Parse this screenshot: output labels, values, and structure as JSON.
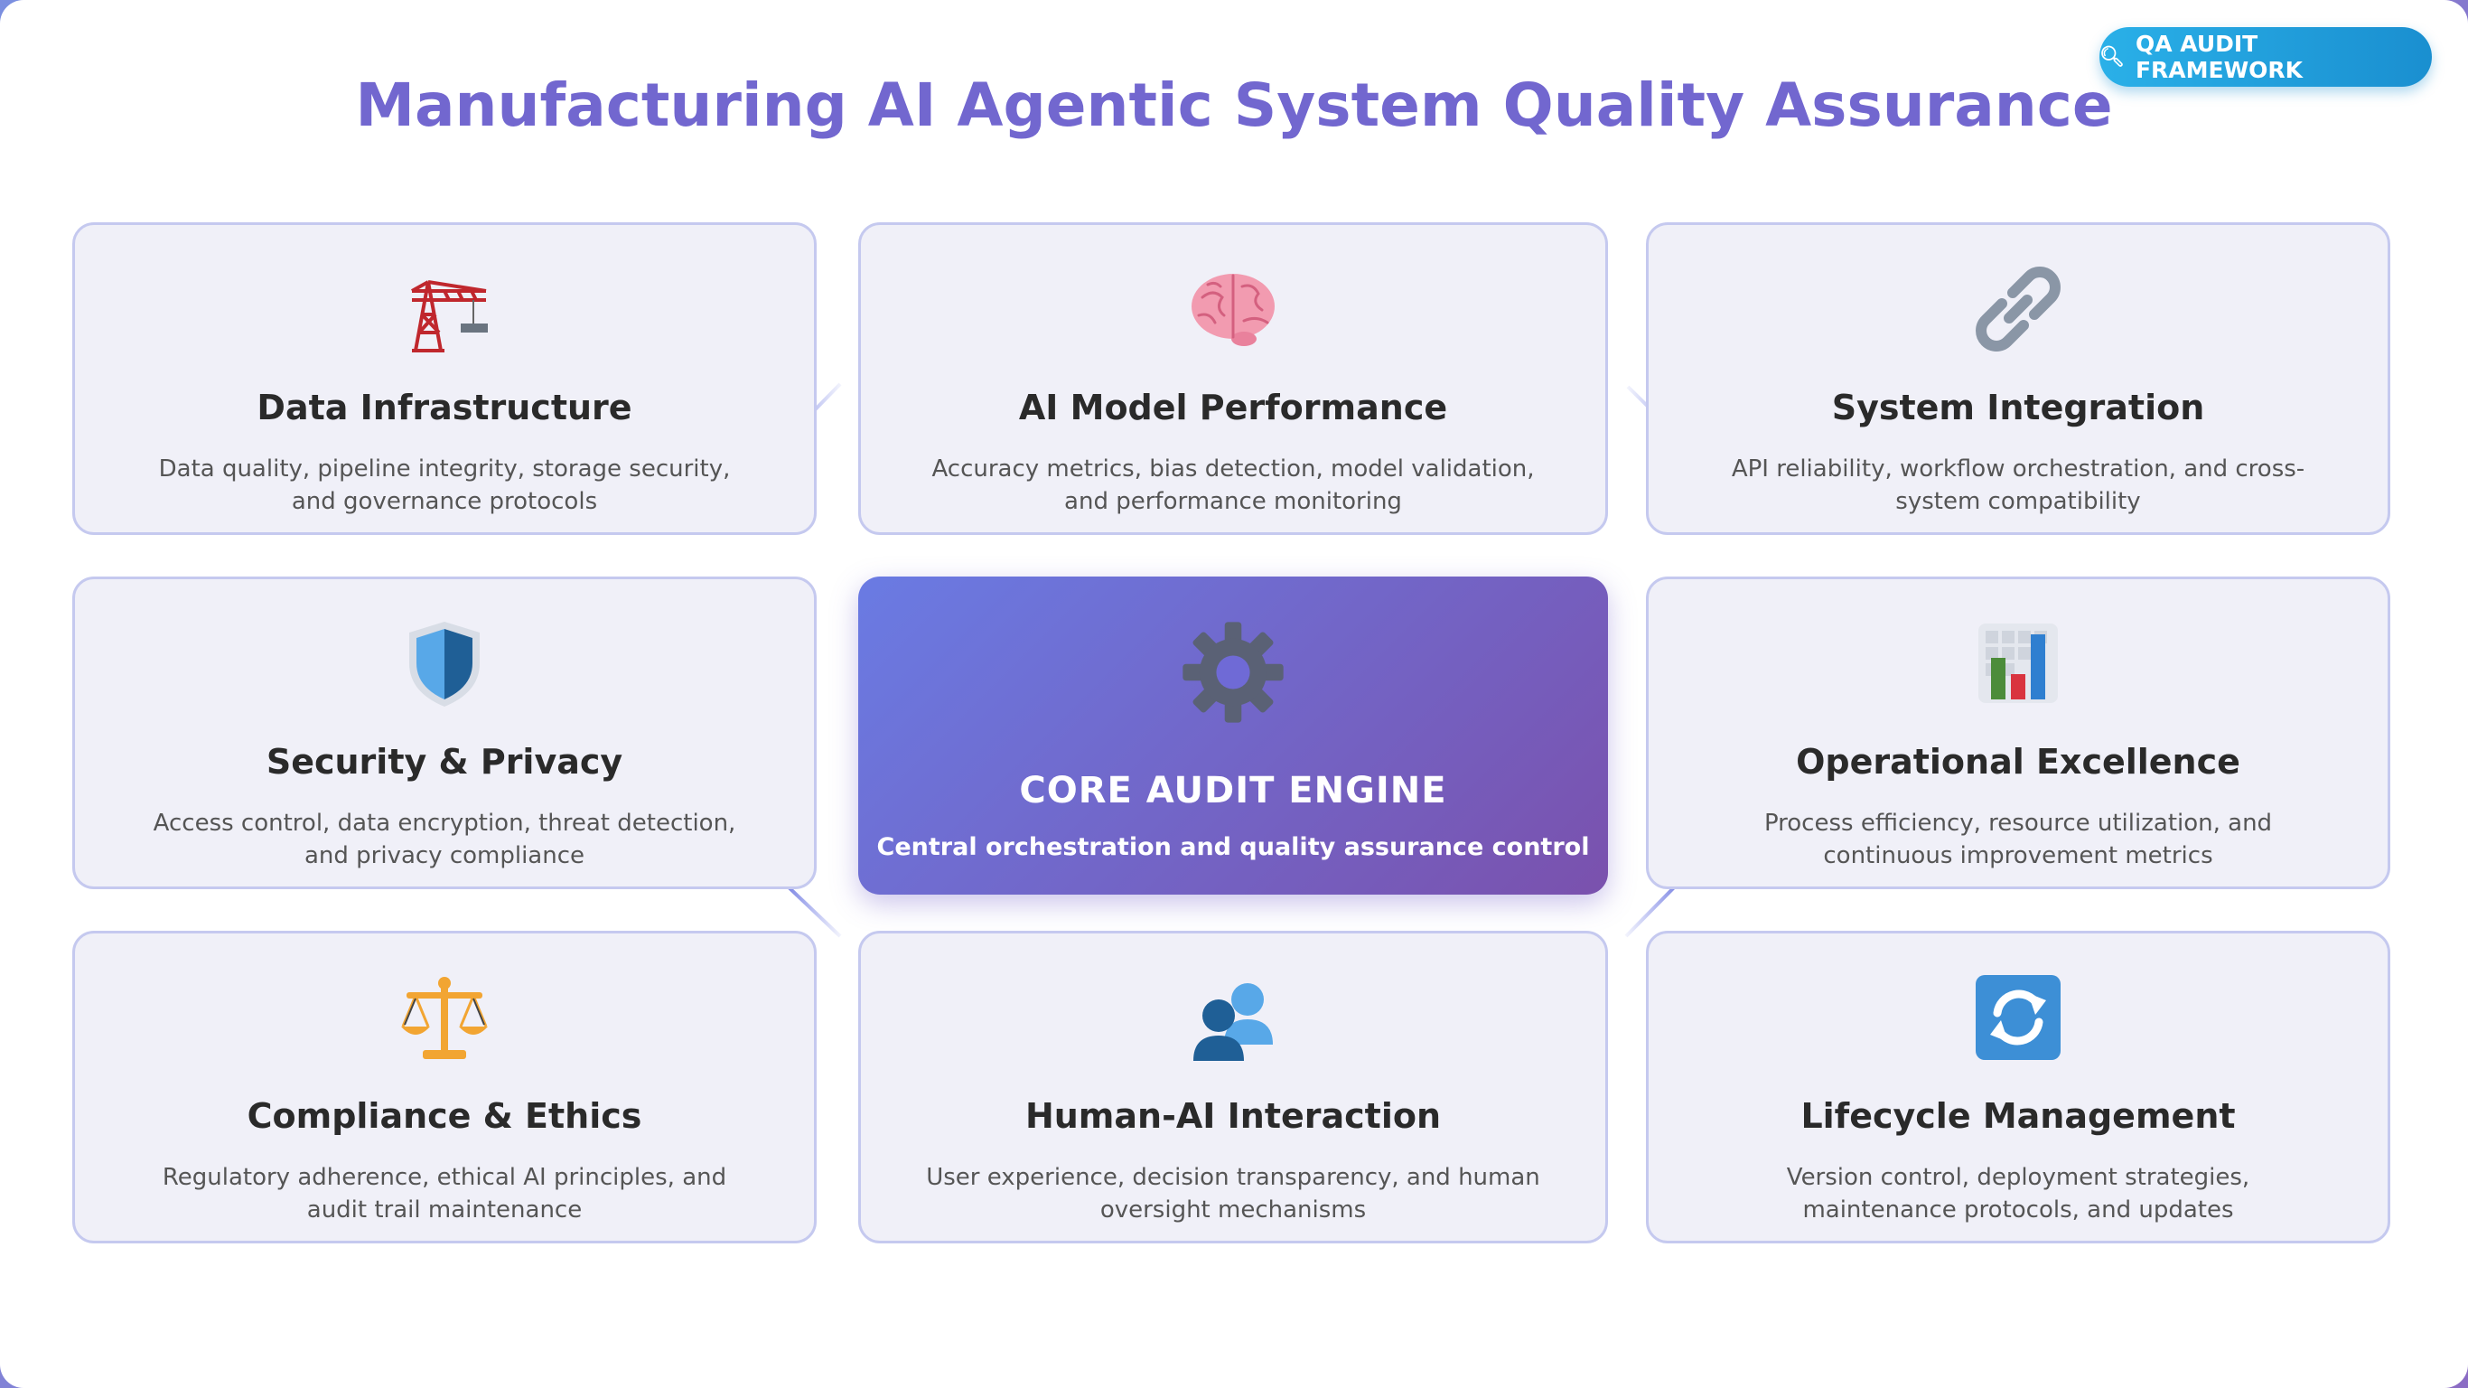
{
  "badge": {
    "icon": "magnifier-icon",
    "label": "QA AUDIT FRAMEWORK"
  },
  "title": "Manufacturing AI Agentic System Quality Assurance",
  "cards": [
    {
      "icon": "crane-icon",
      "title": "Data Infrastructure",
      "desc": "Data quality, pipeline integrity, storage security, and governance protocols"
    },
    {
      "icon": "brain-icon",
      "title": "AI Model Performance",
      "desc": "Accuracy metrics, bias detection, model validation, and performance monitoring"
    },
    {
      "icon": "chain-link-icon",
      "title": "System Integration",
      "desc": "API reliability, workflow orchestration, and cross-system compatibility"
    },
    {
      "icon": "shield-icon",
      "title": "Security & Privacy",
      "desc": "Access control, data encryption, threat detection, and privacy compliance"
    },
    {
      "icon": "bar-chart-icon",
      "title": "Operational Excellence",
      "desc": "Process efficiency, resource utilization, and continuous improvement metrics"
    },
    {
      "icon": "scales-icon",
      "title": "Compliance & Ethics",
      "desc": "Regulatory adherence, ethical AI principles, and audit trail maintenance"
    },
    {
      "icon": "people-icon",
      "title": "Human-AI Interaction",
      "desc": "User experience, decision transparency, and human oversight mechanisms"
    },
    {
      "icon": "refresh-icon",
      "title": "Lifecycle Management",
      "desc": "Version control, deployment strategies, maintenance protocols, and updates"
    }
  ],
  "core": {
    "icon": "gear-icon",
    "title": "CORE AUDIT ENGINE",
    "subtitle": "Central orchestration and quality assurance control"
  },
  "colors": {
    "accent": "#7267cf",
    "badge": "#1a8fd0",
    "core_start": "#6a7be3",
    "core_end": "#7a51ad",
    "card_border": "#c5c9ef"
  }
}
